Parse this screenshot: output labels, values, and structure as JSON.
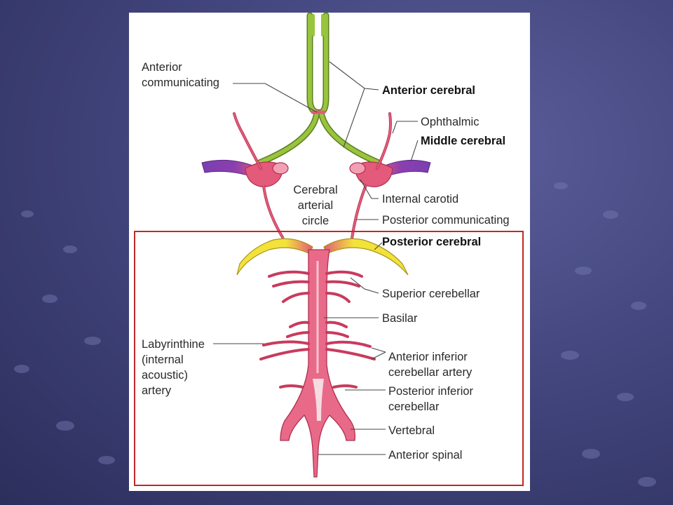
{
  "colors": {
    "background": "#3f4278",
    "panel": "#ffffff",
    "highlight_box": "#c0282a",
    "artery_pink": "#e45a7a",
    "anterior_cerebral_green": "#8fbf3a",
    "middle_cerebral_purple": "#7b3fb0",
    "posterior_cerebral_yellow": "#f2e23a"
  },
  "labels": {
    "anterior_communicating": [
      "Anterior",
      "communicating"
    ],
    "anterior_cerebral": "Anterior cerebral",
    "ophthalmic": "Ophthalmic",
    "middle_cerebral": "Middle cerebral",
    "cerebral_arterial_circle": [
      "Cerebral",
      "arterial",
      "circle"
    ],
    "internal_carotid": "Internal carotid",
    "posterior_communicating": "Posterior communicating",
    "posterior_cerebral": "Posterior cerebral",
    "superior_cerebellar": "Superior cerebellar",
    "basilar": "Basilar",
    "labyrinthine": [
      "Labyrinthine",
      "(internal",
      "acoustic)",
      "artery"
    ],
    "anterior_inferior_cerebellar": [
      "Anterior inferior",
      "cerebellar artery"
    ],
    "posterior_inferior_cerebellar": [
      "Posterior inferior",
      "cerebellar"
    ],
    "vertebral": "Vertebral",
    "anterior_spinal": "Anterior spinal"
  }
}
